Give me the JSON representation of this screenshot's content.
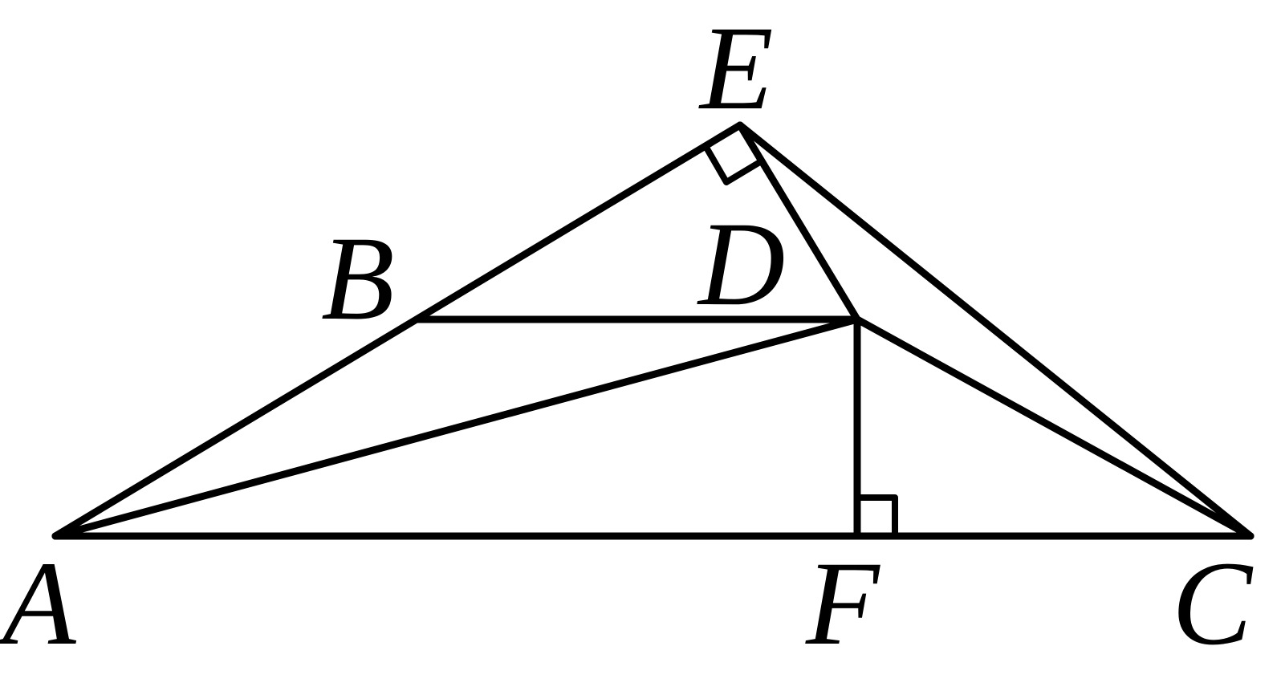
{
  "colors": {
    "line": "#000000",
    "text": "#000000",
    "background": "#ffffff"
  },
  "points": {
    "A": "A",
    "B": "B",
    "C": "C",
    "D": "D",
    "E": "E",
    "F": "F"
  }
}
